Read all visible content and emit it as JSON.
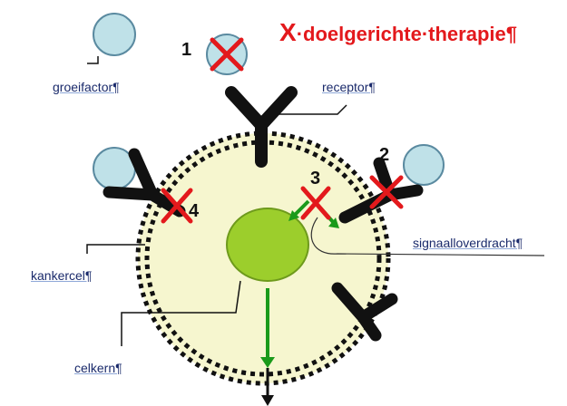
{
  "title": {
    "x": "X",
    "text": "·doelgerichte·therapie¶"
  },
  "labels": {
    "growth_factor": "groeifactor¶",
    "receptor": "receptor¶",
    "signal_transduction": "signaalloverdracht¶",
    "cancer_cell": "kankercel¶",
    "nucleus": "celkern¶"
  },
  "numbers": {
    "n1": "1",
    "n2": "2",
    "n3": "3",
    "n4": "4"
  },
  "colors": {
    "cell_fill": "#f6f6cf",
    "nucleus_fill": "#9cce2c",
    "blocked_x": "#e3191c",
    "growth_factor_fill": "#bfe1e8",
    "arrow_green": "#1a9a1a"
  }
}
